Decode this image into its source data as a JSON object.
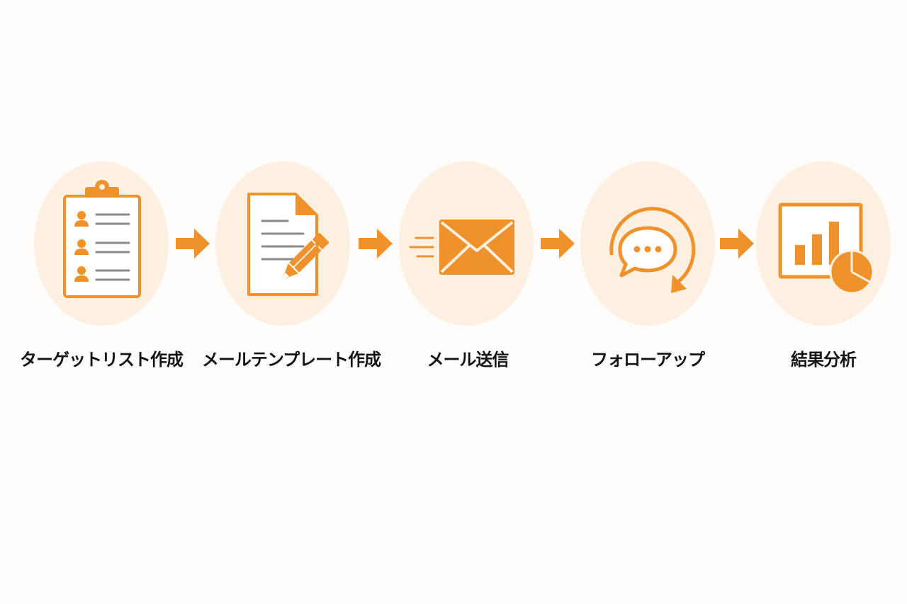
{
  "theme": {
    "accent": "#f0922b",
    "circle_fill": "#fdf0e1",
    "line_gray": "#8a8a8a",
    "label_color": "#141414"
  },
  "steps": [
    {
      "label": "ターゲットリスト作成",
      "icon": "clipboard-list-icon"
    },
    {
      "label": "メールテンプレート作成",
      "icon": "document-pencil-icon"
    },
    {
      "label": "メール送信",
      "icon": "envelope-send-icon"
    },
    {
      "label": "フォローアップ",
      "icon": "chat-cycle-icon"
    },
    {
      "label": "結果分析",
      "icon": "chart-analysis-icon"
    }
  ],
  "connectors": [
    "arrow-right-icon",
    "arrow-right-icon",
    "arrow-right-icon",
    "arrow-right-icon"
  ]
}
